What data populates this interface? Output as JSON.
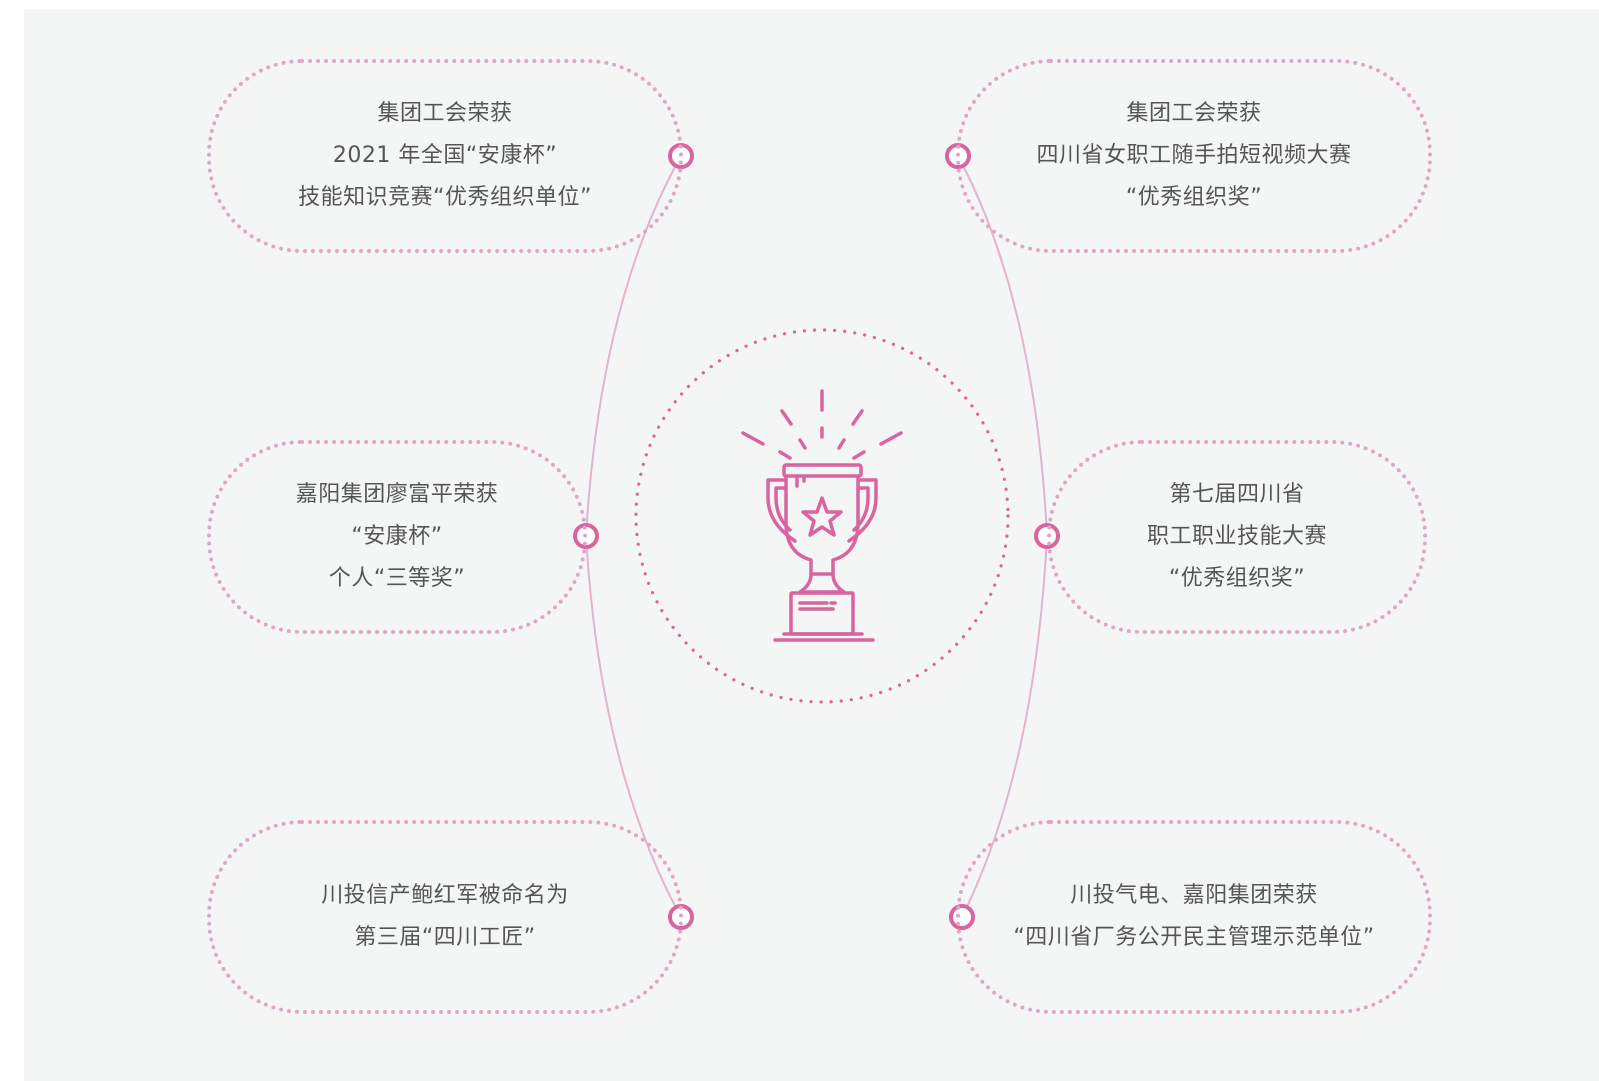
{
  "colors": {
    "background": "#f4f5f5",
    "accent": "#d9659f",
    "connector": "#e3b3cf",
    "card_border": "#e0a6c8",
    "text": "#555555"
  },
  "center": {
    "icon": "trophy-star-icon"
  },
  "awards": [
    {
      "lines": [
        "集团工会荣获",
        "2021 年全国“安康杯”",
        "技能知识竞赛“优秀组织单位”"
      ]
    },
    {
      "lines": [
        "嘉阳集团廖富平荣获",
        "“安康杯”",
        "个人“三等奖”"
      ]
    },
    {
      "lines": [
        "川投信产鲍红军被命名为",
        "第三届“四川工匠”"
      ]
    },
    {
      "lines": [
        "集团工会荣获",
        "四川省女职工随手拍短视频大赛",
        "“优秀组织奖”"
      ]
    },
    {
      "lines": [
        "第七届四川省",
        "职工职业技能大赛",
        "“优秀组织奖”"
      ]
    },
    {
      "lines": [
        "川投气电、嘉阳集团荣获",
        "“四川省厂务公开民主管理示范单位”"
      ]
    }
  ]
}
